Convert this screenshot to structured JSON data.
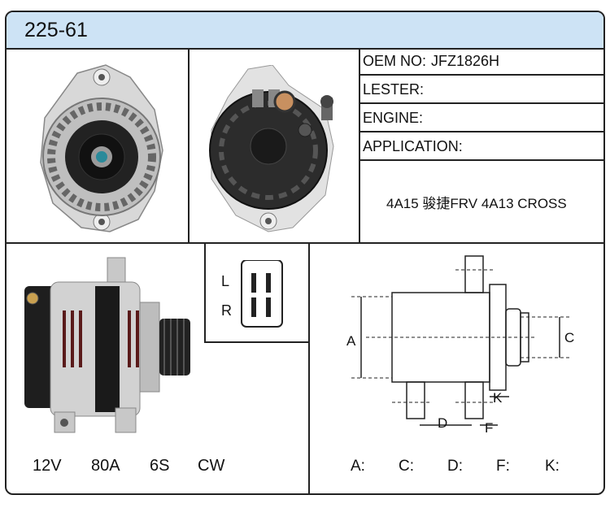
{
  "header": {
    "model": "225-61"
  },
  "info": {
    "oem_label": "OEM NO:",
    "oem_value": "JFZ1826H",
    "lester_label": "LESTER:",
    "lester_value": "",
    "engine_label": "ENGINE:",
    "engine_value": "",
    "application_label": "APPLICATION:",
    "application_value": "4A15  骏捷FRV 4A13  CROSS"
  },
  "specs": {
    "voltage": "12V",
    "amperage": "80A",
    "pulley": "6S",
    "rotation": "CW"
  },
  "plug": {
    "pin_l": "L",
    "pin_r": "R"
  },
  "dimensions": {
    "diagram_labels": {
      "a": "A",
      "c": "C",
      "d": "D",
      "f": "F",
      "k": "K"
    },
    "fields": [
      "A:",
      "C:",
      "D:",
      "F:",
      "K:"
    ]
  },
  "colors": {
    "header_bg": "#cde3f5",
    "border": "#222222"
  }
}
